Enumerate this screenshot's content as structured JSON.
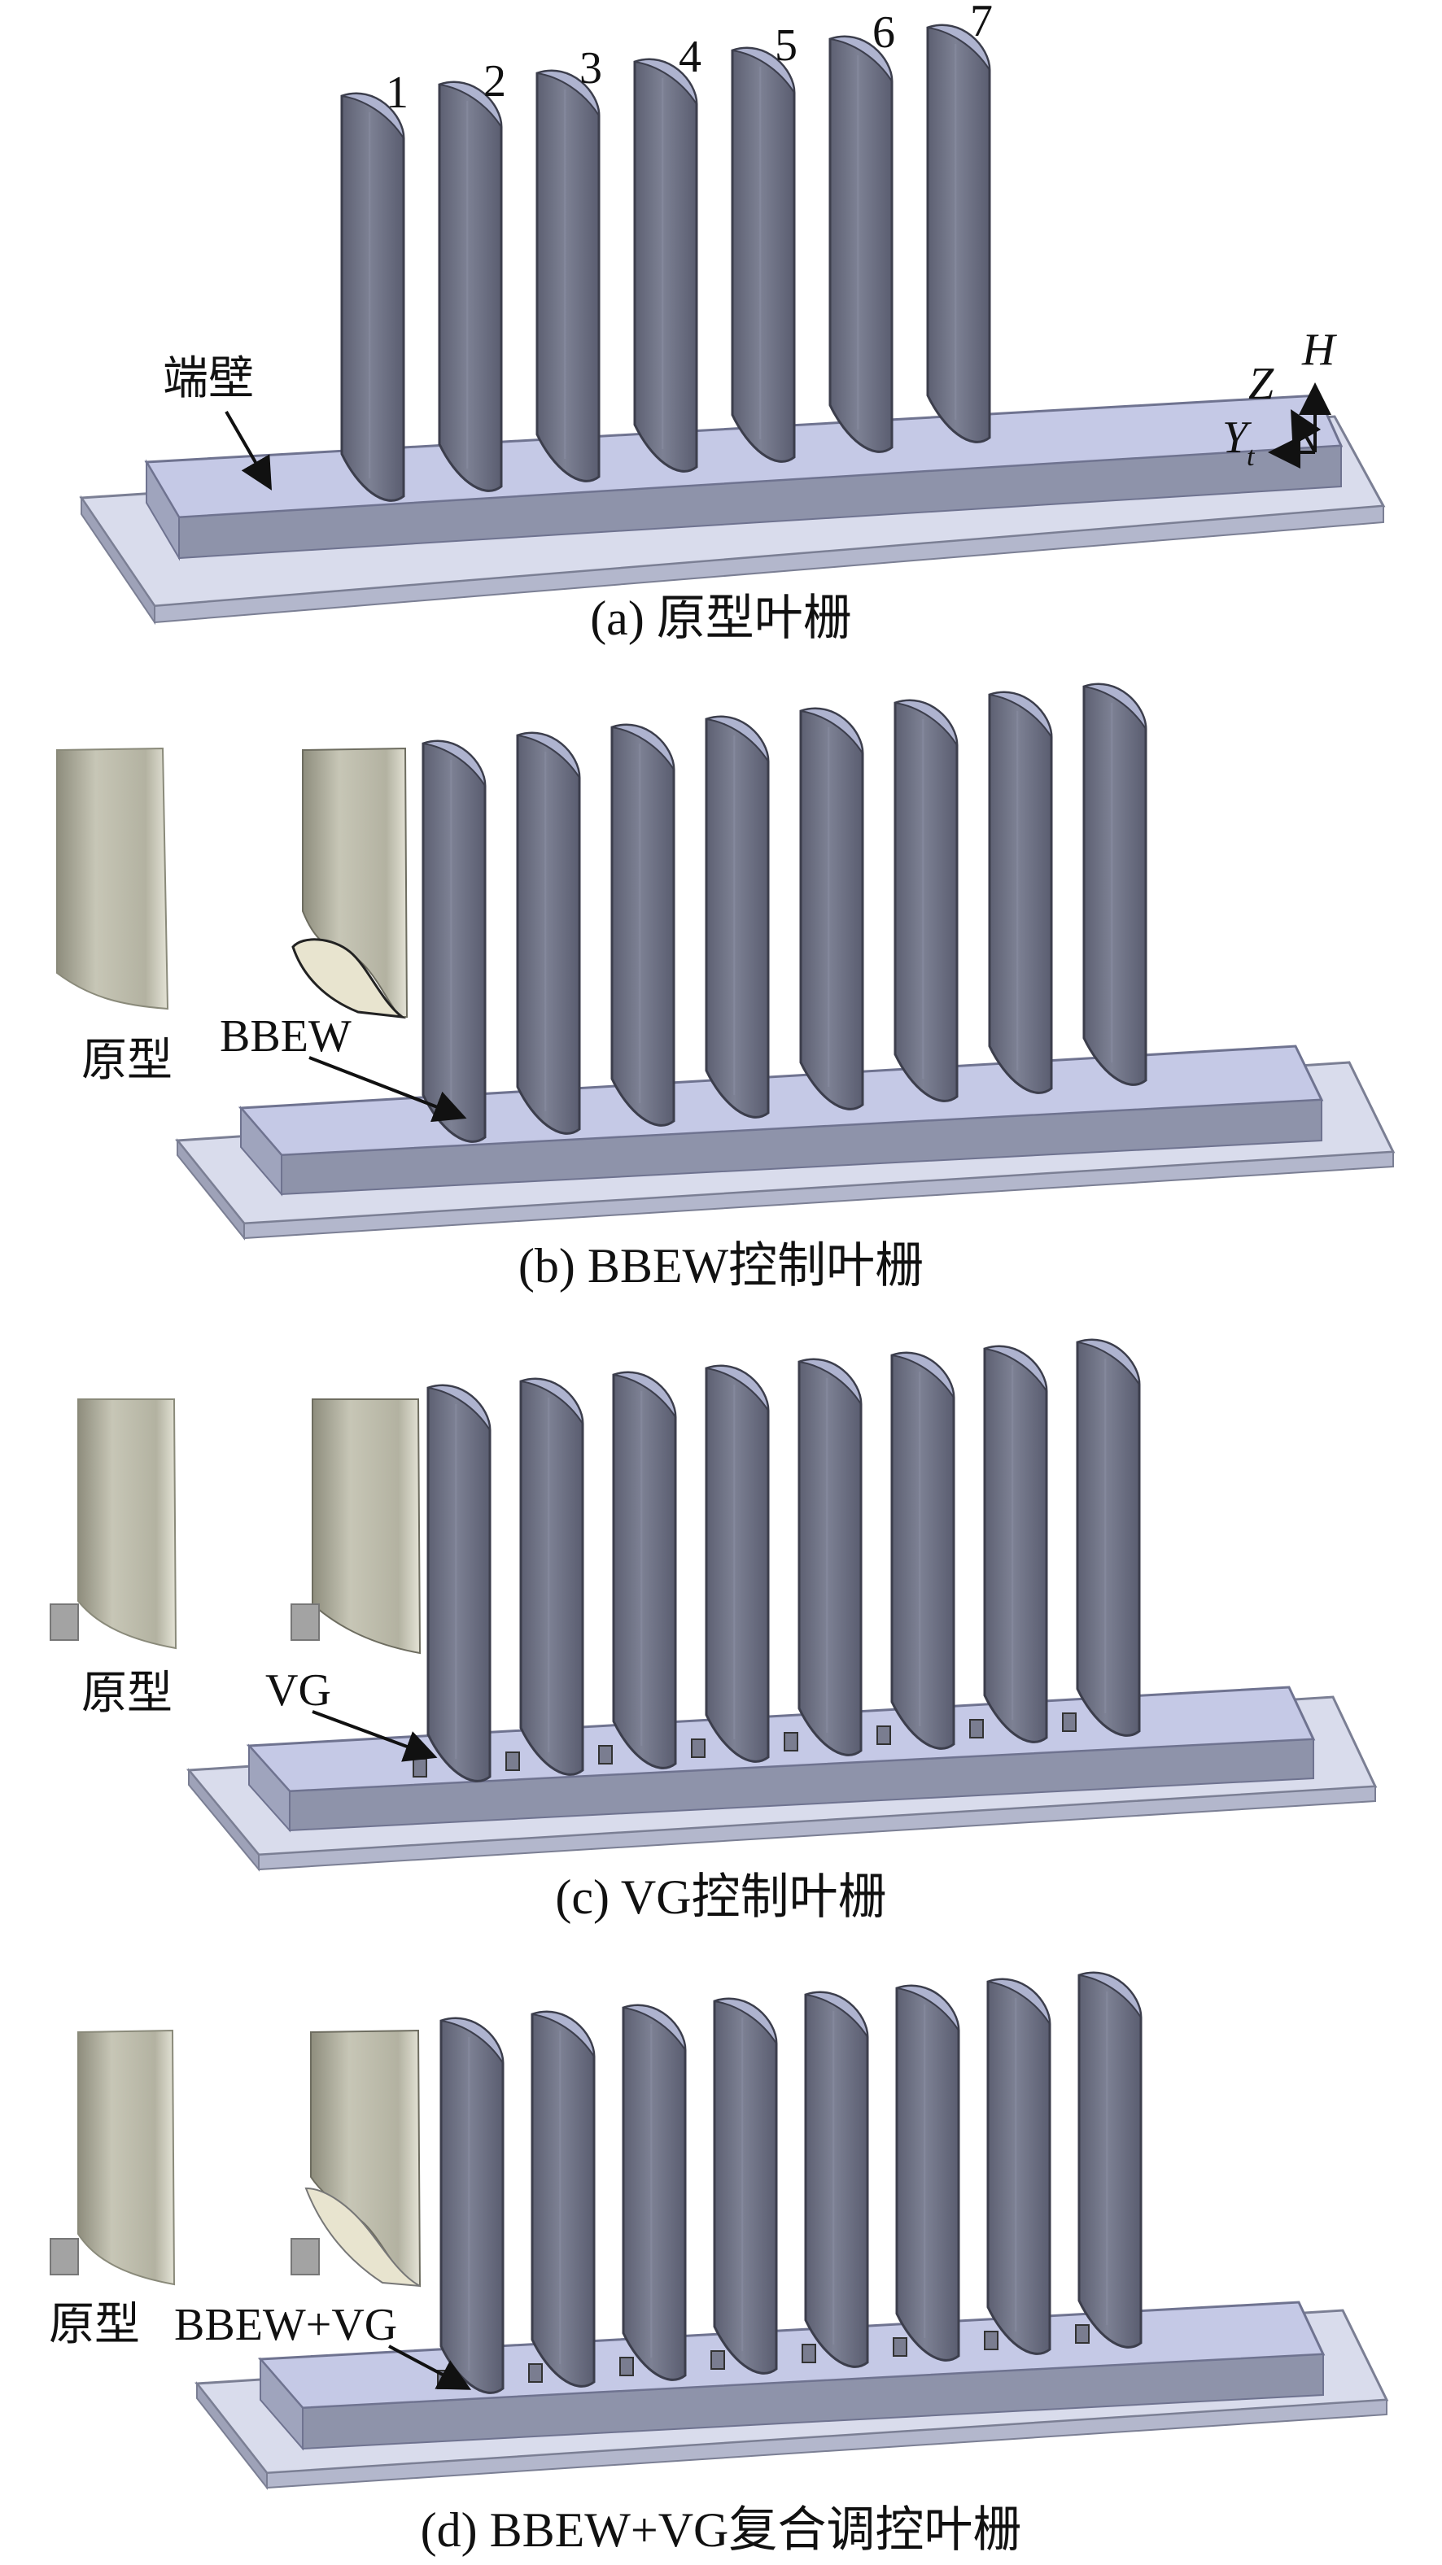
{
  "panels": [
    {
      "caption": "(a) 原型叶栅",
      "blade_numbers": [
        "1",
        "2",
        "3",
        "4",
        "5",
        "6",
        "7"
      ],
      "endwall_label": "端壁",
      "axes": {
        "z": "Z",
        "h": "H",
        "y": "Y",
        "y_sub": "t"
      }
    },
    {
      "caption": "(b) BBEW控制叶栅",
      "inset_label": "原型",
      "callout": "BBEW"
    },
    {
      "caption": "(c) VG控制叶栅",
      "inset_label": "原型",
      "callout": "VG"
    },
    {
      "caption": "(d) BBEW+VG复合调控叶栅",
      "inset_label": "原型",
      "callout": "BBEW+VG"
    }
  ],
  "colors": {
    "blade_face": "#6f7286",
    "blade_top": "#aeb3cf",
    "endwall_top": "#c5c9e6",
    "endwall_side": "#8e93aa",
    "base_plate": "#d9dcec",
    "inset_blade": "#bdbcab",
    "vg_tab": "#a3a3a3"
  }
}
